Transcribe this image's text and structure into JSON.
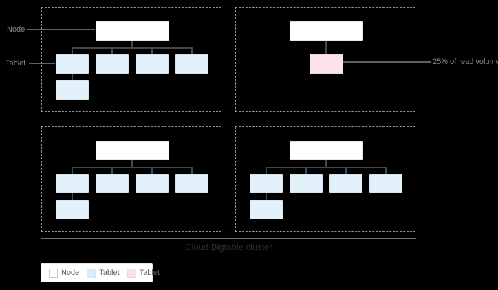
{
  "canvas": {
    "background": "#000000"
  },
  "annotations": {
    "node_label": "Node",
    "tablet_label": "Tablet",
    "read_volume_label": "25% of read volume"
  },
  "cluster": {
    "title": "Cloud Bigtable cluster",
    "nodes": [
      {
        "id": 1,
        "tablets": 5,
        "hot_tablets": 0
      },
      {
        "id": 2,
        "tablets": 1,
        "hot_tablets": 1
      },
      {
        "id": 3,
        "tablets": 5,
        "hot_tablets": 0
      },
      {
        "id": 4,
        "tablets": 5,
        "hot_tablets": 0
      }
    ]
  },
  "legend": {
    "items": [
      {
        "label": "Node",
        "color": "#ffffff"
      },
      {
        "label": "Tablet",
        "color": "#d9edfa"
      },
      {
        "label": "Tablet",
        "color": "#fae2ec"
      }
    ]
  },
  "colors": {
    "node_fill": "#ffffff",
    "tablet_fill": "#e3f1fb",
    "hot_tablet_fill": "#fae3ed",
    "connector": "#45484b",
    "group_border": "#8f9296"
  }
}
